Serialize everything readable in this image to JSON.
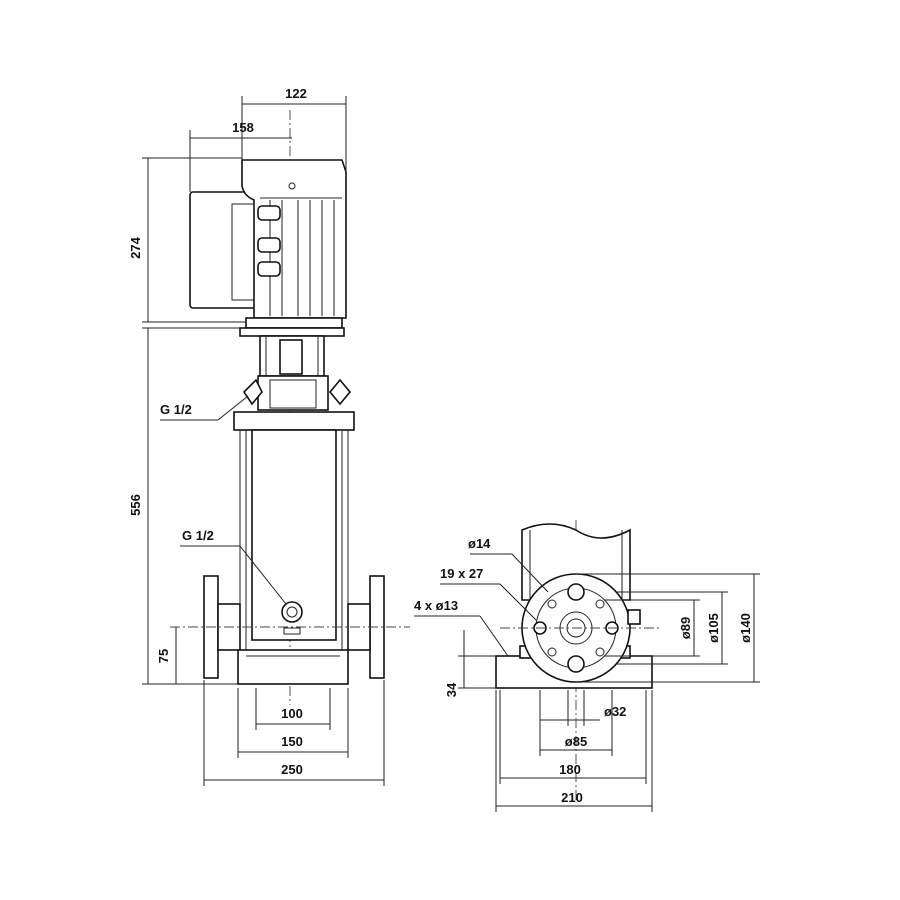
{
  "dimensions": {
    "width_top": "122",
    "offset_box": "158",
    "motor_height": "274",
    "pump_height": "556",
    "inlet_height": "75",
    "port_upper": "G 1/2",
    "port_lower": "G 1/2",
    "base_100": "100",
    "base_150": "150",
    "base_250": "250",
    "hole_14": "ø14",
    "slot": "19 x 27",
    "bolts": "4 x ø13",
    "base_34": "34",
    "dia_89": "ø89",
    "dia_105": "ø105",
    "dia_140": "ø140",
    "dia_32": "ø32",
    "dia_85": "ø85",
    "base_180": "180",
    "base_210": "210"
  },
  "colors": {
    "line": "#111111",
    "fill": "#f2f2f2",
    "background": "#ffffff"
  }
}
